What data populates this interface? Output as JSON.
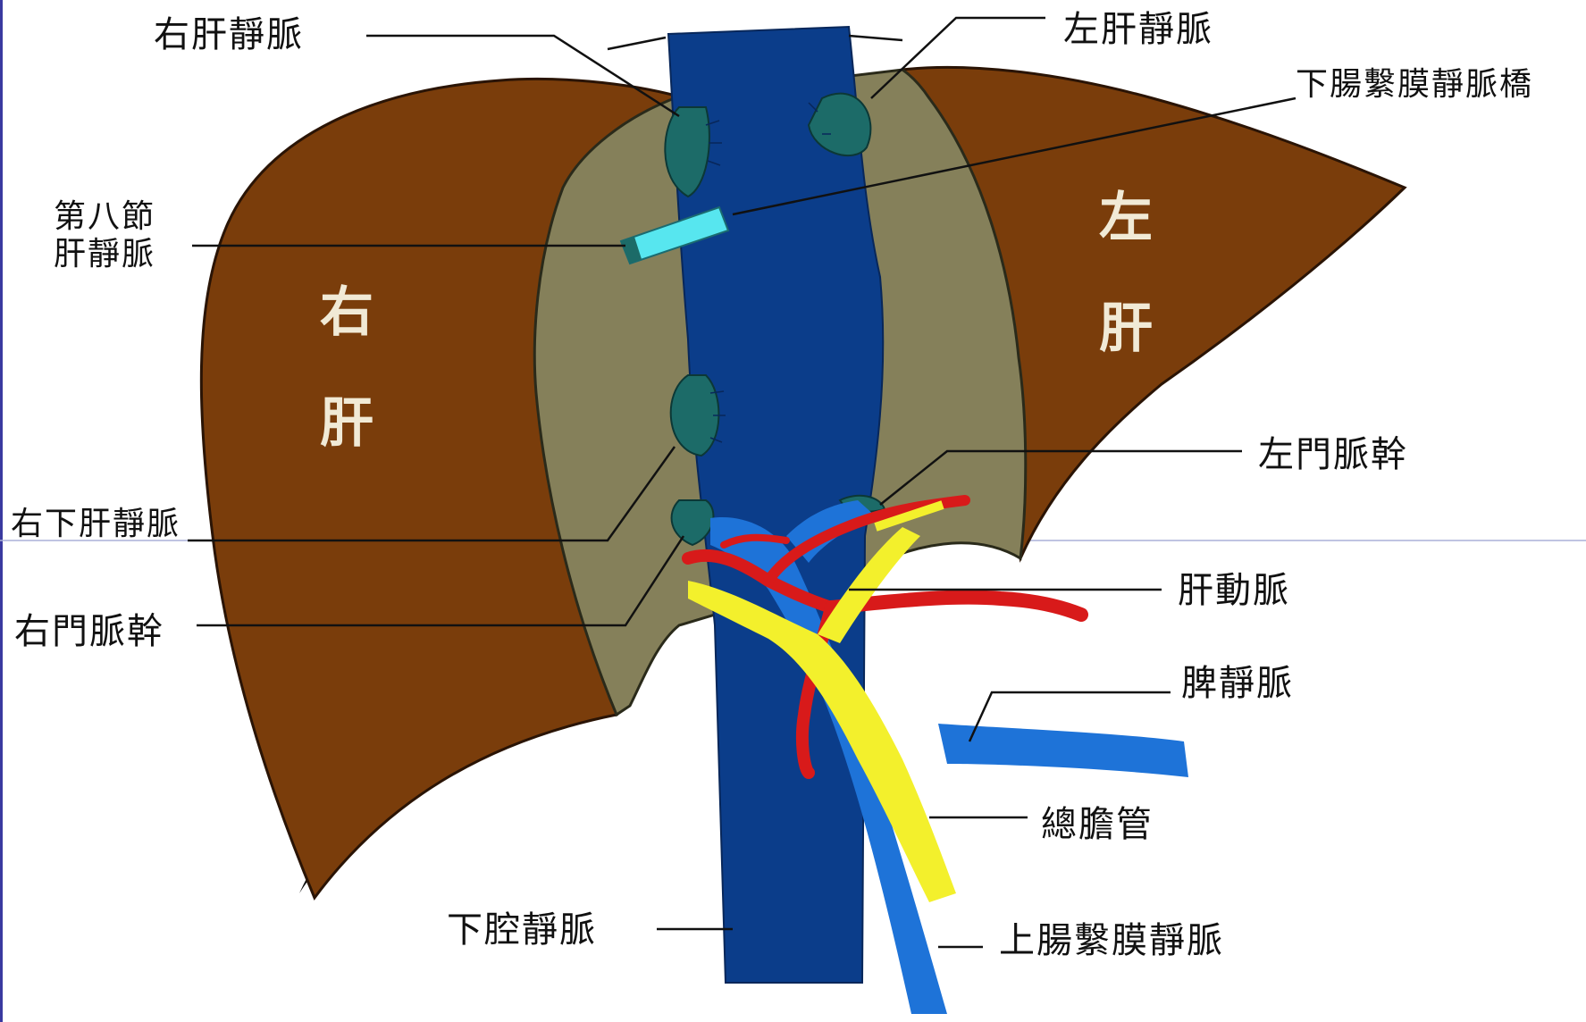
{
  "diagram": {
    "lobes": {
      "right": [
        "右",
        "肝"
      ],
      "left": [
        "左",
        "肝"
      ]
    },
    "labels": {
      "right_hepatic_vein": "右肝靜脈",
      "left_hepatic_vein": "左肝靜脈",
      "inferior_mesenteric_bridge": "下腸繫膜靜脈橋",
      "segment_eight_vein": [
        "第八節",
        "肝靜脈"
      ],
      "right_inferior_hepatic_vein": "右下肝靜脈",
      "right_portal_trunk": "右門脈幹",
      "left_portal_trunk": "左門脈幹",
      "hepatic_artery": "肝動脈",
      "splenic_vein": "脾靜脈",
      "common_bile_duct": "總膽管",
      "inferior_vena_cava": "下腔靜脈",
      "superior_mesenteric_vein": "上腸繫膜靜脈"
    },
    "colors": {
      "liver_outer": "#7a3d0b",
      "liver_inner": "#85805a",
      "vena_cava": "#0b3d8a",
      "hepatic_vein_stumps": "#1c6b68",
      "segment_vein": "#57e6ef",
      "portal_veins": "#1e73d8",
      "hepatic_artery": "#d81a1a",
      "bile_duct": "#f3f02c",
      "shadow": "#111111",
      "leader_lines": "#111111"
    }
  }
}
